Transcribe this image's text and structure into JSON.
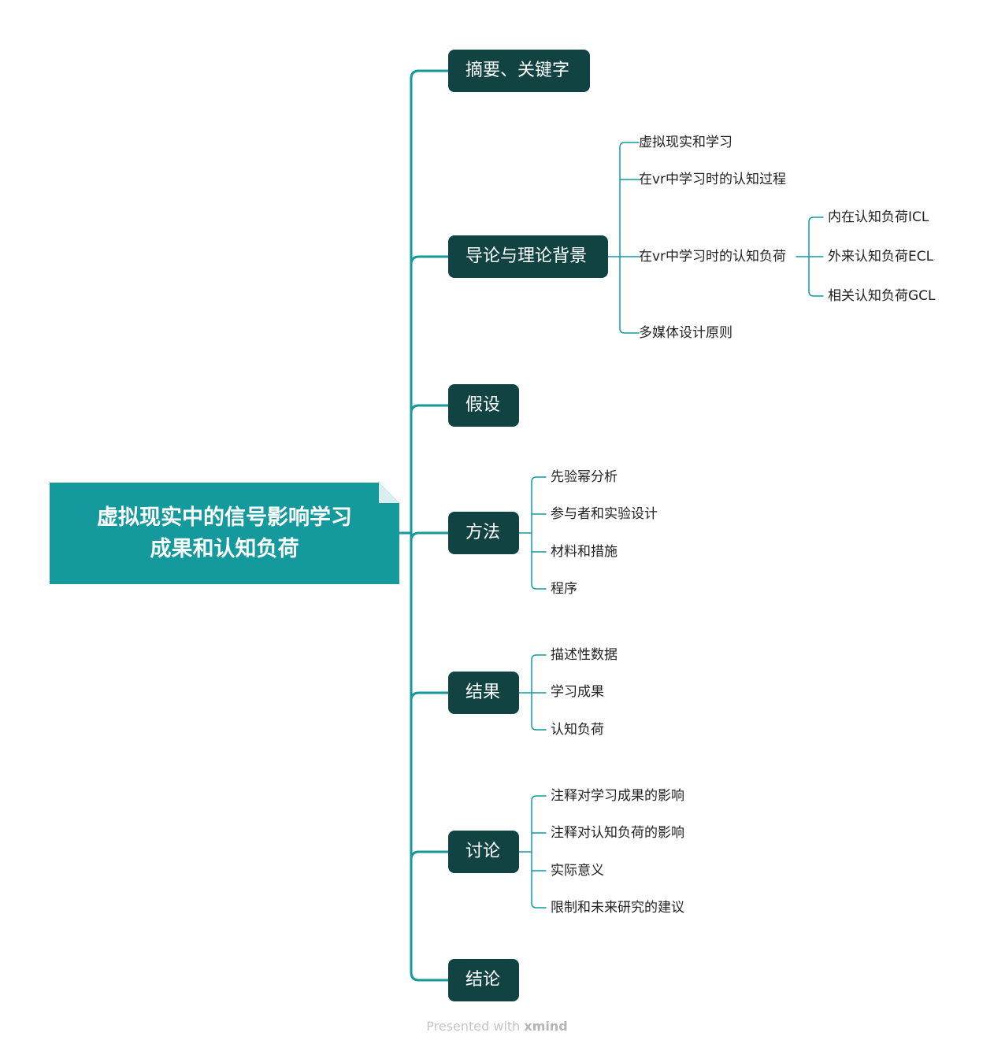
{
  "root": {
    "line1": "虚拟现实中的信号影响学习",
    "line2": "成果和认知负荷"
  },
  "colors": {
    "root": "#149a9d",
    "topic": "#124343",
    "line": "#149a9d"
  },
  "topics": [
    {
      "label": "摘要、关键字",
      "subtopics": []
    },
    {
      "label": "导论与理论背景",
      "subtopics": [
        {
          "label": "虚拟现实和学习"
        },
        {
          "label": "在vr中学习时的认知过程"
        },
        {
          "label": "在vr中学习时的认知负荷",
          "children": [
            "内在认知负荷ICL",
            "外来认知负荷ECL",
            "相关认知负荷GCL"
          ]
        },
        {
          "label": "多媒体设计原则"
        }
      ]
    },
    {
      "label": "假设",
      "subtopics": []
    },
    {
      "label": "方法",
      "subtopics": [
        {
          "label": "先验幂分析"
        },
        {
          "label": "参与者和实验设计"
        },
        {
          "label": "材料和措施"
        },
        {
          "label": "程序"
        }
      ]
    },
    {
      "label": "结果",
      "subtopics": [
        {
          "label": "描述性数据"
        },
        {
          "label": "学习成果"
        },
        {
          "label": "认知负荷"
        }
      ]
    },
    {
      "label": "讨论",
      "subtopics": [
        {
          "label": "注释对学习成果的影响"
        },
        {
          "label": "注释对认知负荷的影响"
        },
        {
          "label": "实际意义"
        },
        {
          "label": "限制和未来研究的建议"
        }
      ]
    },
    {
      "label": "结论",
      "subtopics": []
    }
  ],
  "watermark": {
    "prefix": "Presented with",
    "brand": "xmind"
  }
}
